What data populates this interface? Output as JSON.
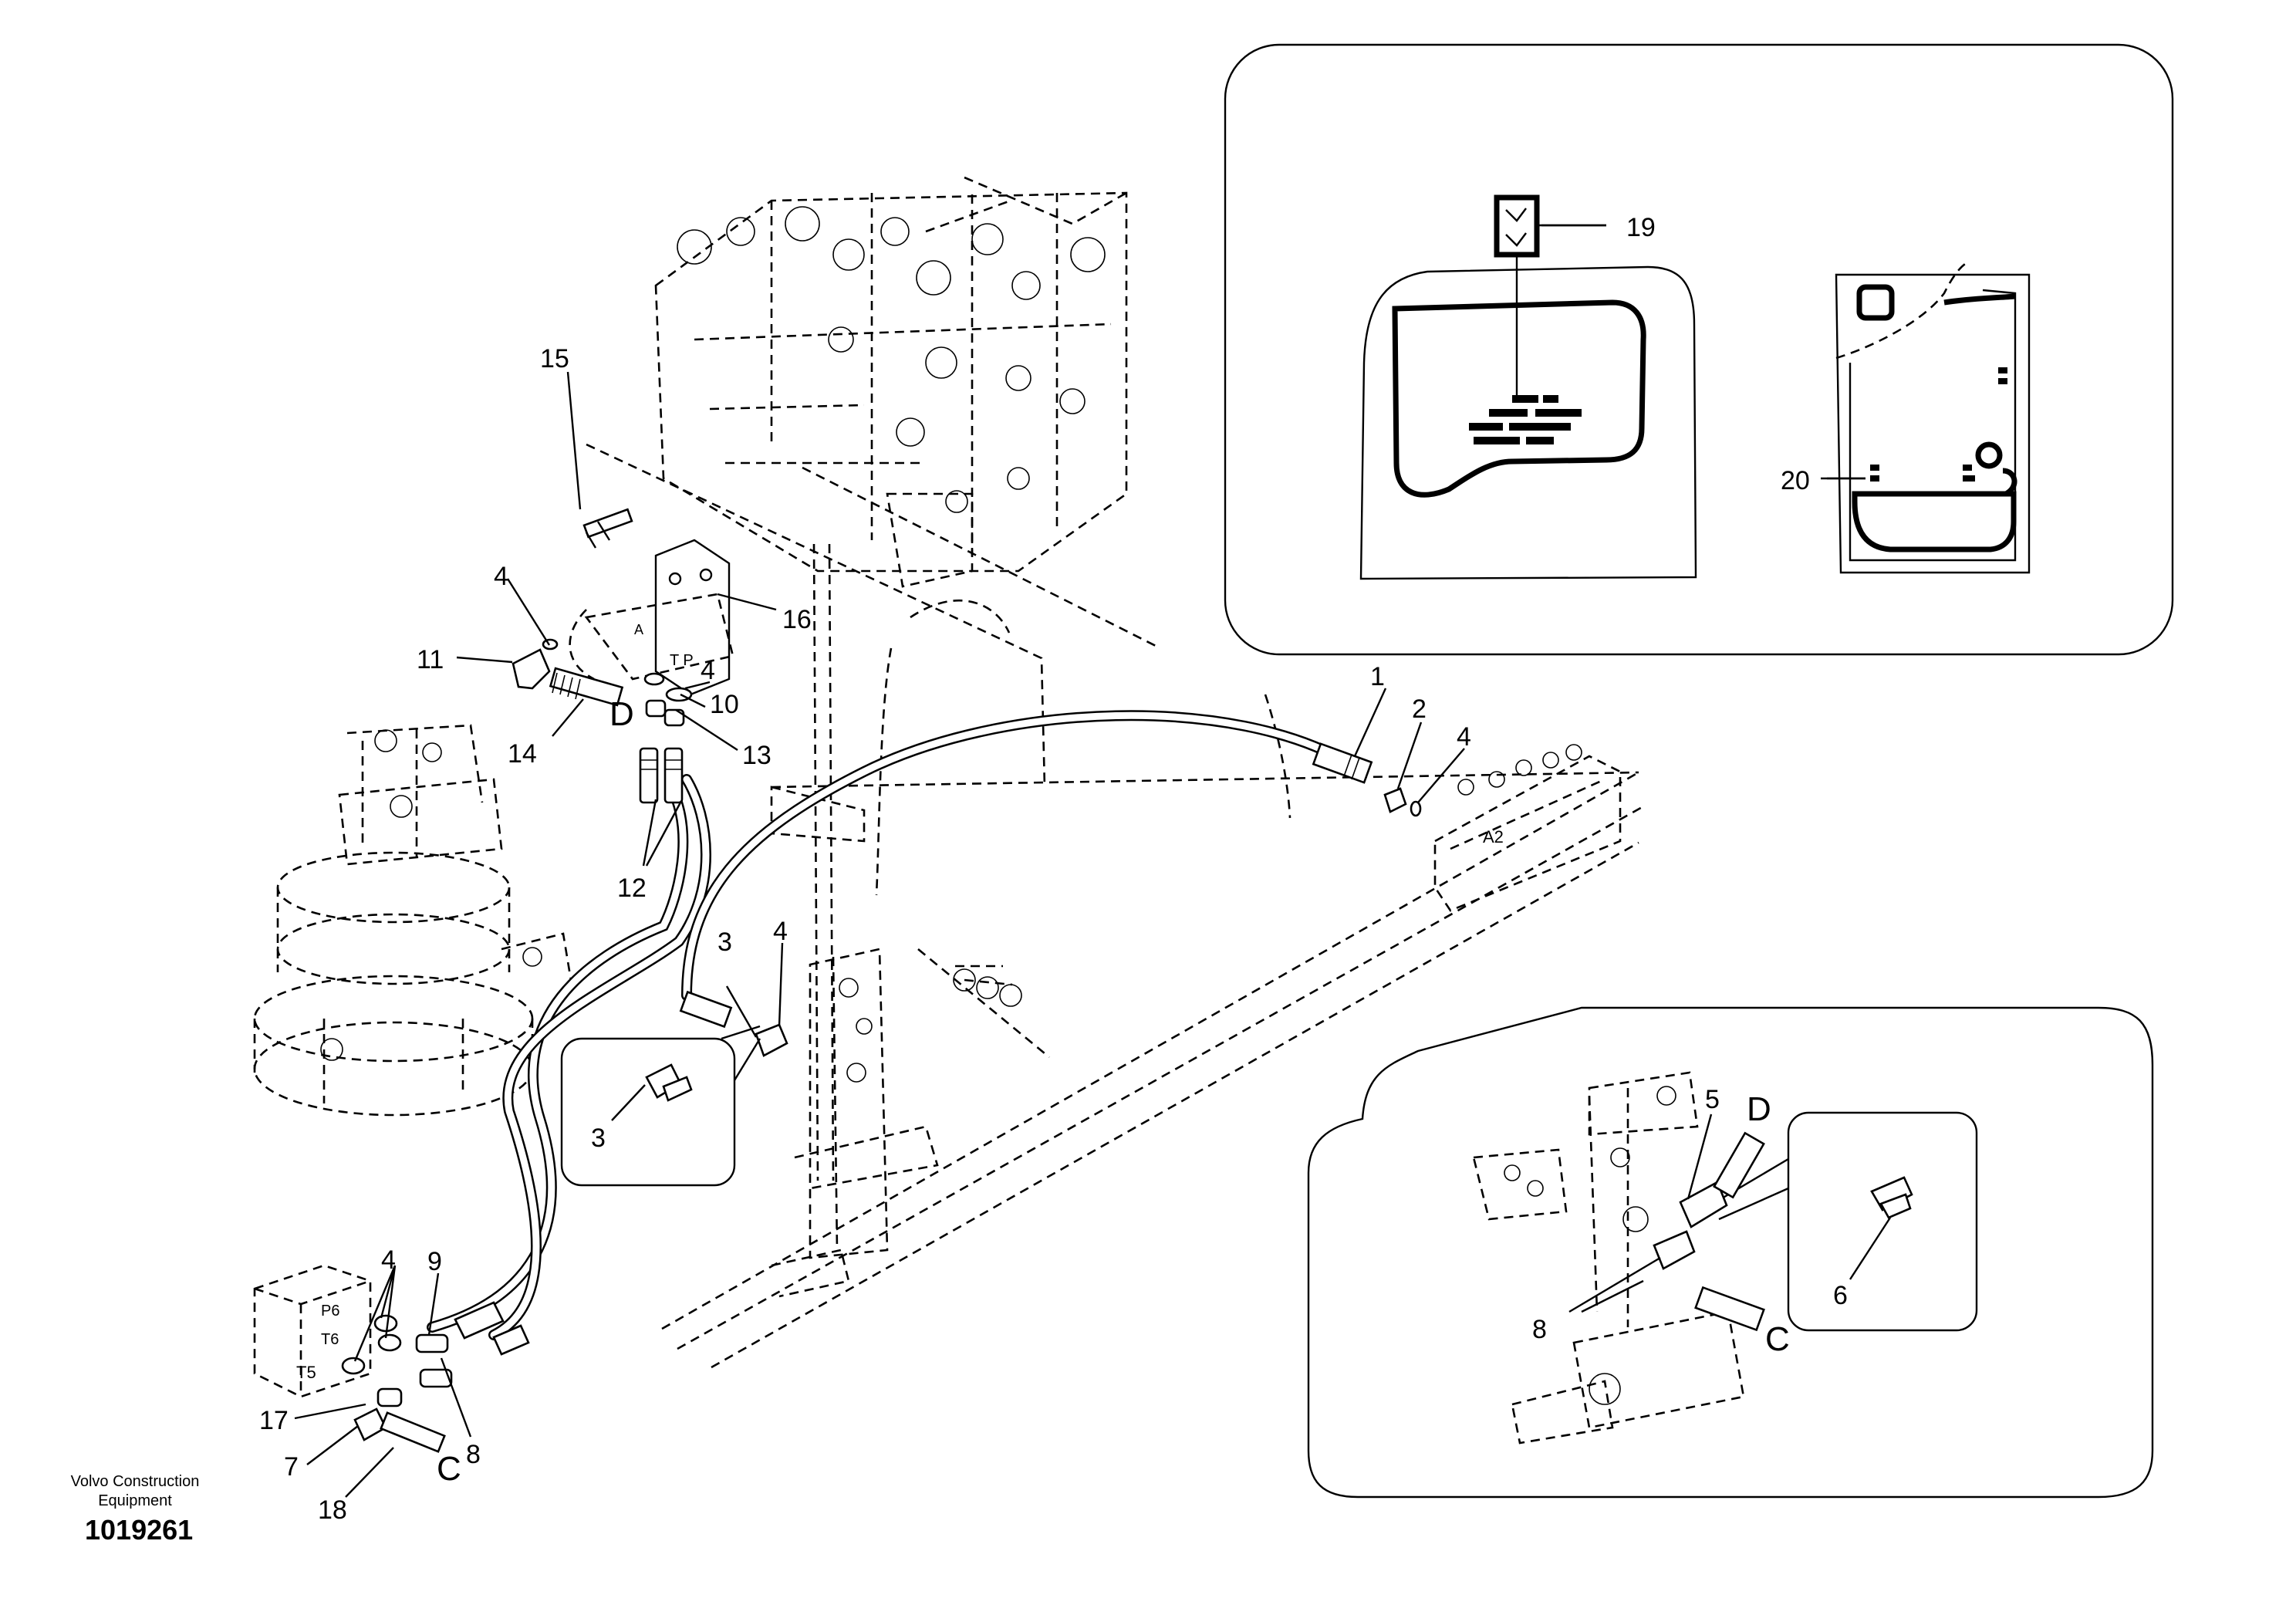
{
  "footer": {
    "brand_line1": "Volvo Construction",
    "brand_line2": "Equipment",
    "drawing_number": "1019261"
  },
  "callouts": {
    "c1": "1",
    "c2": "2",
    "c3a": "3",
    "c3b": "3",
    "c4a": "4",
    "c4b": "4",
    "c4c": "4",
    "c4d": "4",
    "c4e": "4",
    "c5": "5",
    "c6": "6",
    "c7": "7",
    "c8a": "8",
    "c8b": "8",
    "c9": "9",
    "c10": "10",
    "c11": "11",
    "c12": "12",
    "c13": "13",
    "c14": "14",
    "c15": "15",
    "c16": "16",
    "c17": "17",
    "c18": "18",
    "c19": "19",
    "c20": "20"
  },
  "port_labels": {
    "D_main": "D",
    "C_main": "C",
    "D_inset": "D",
    "C_inset": "C",
    "TP": "T P",
    "A2": "A2",
    "P6": "P6",
    "T6": "T6",
    "T5": "T5",
    "A": "A"
  }
}
